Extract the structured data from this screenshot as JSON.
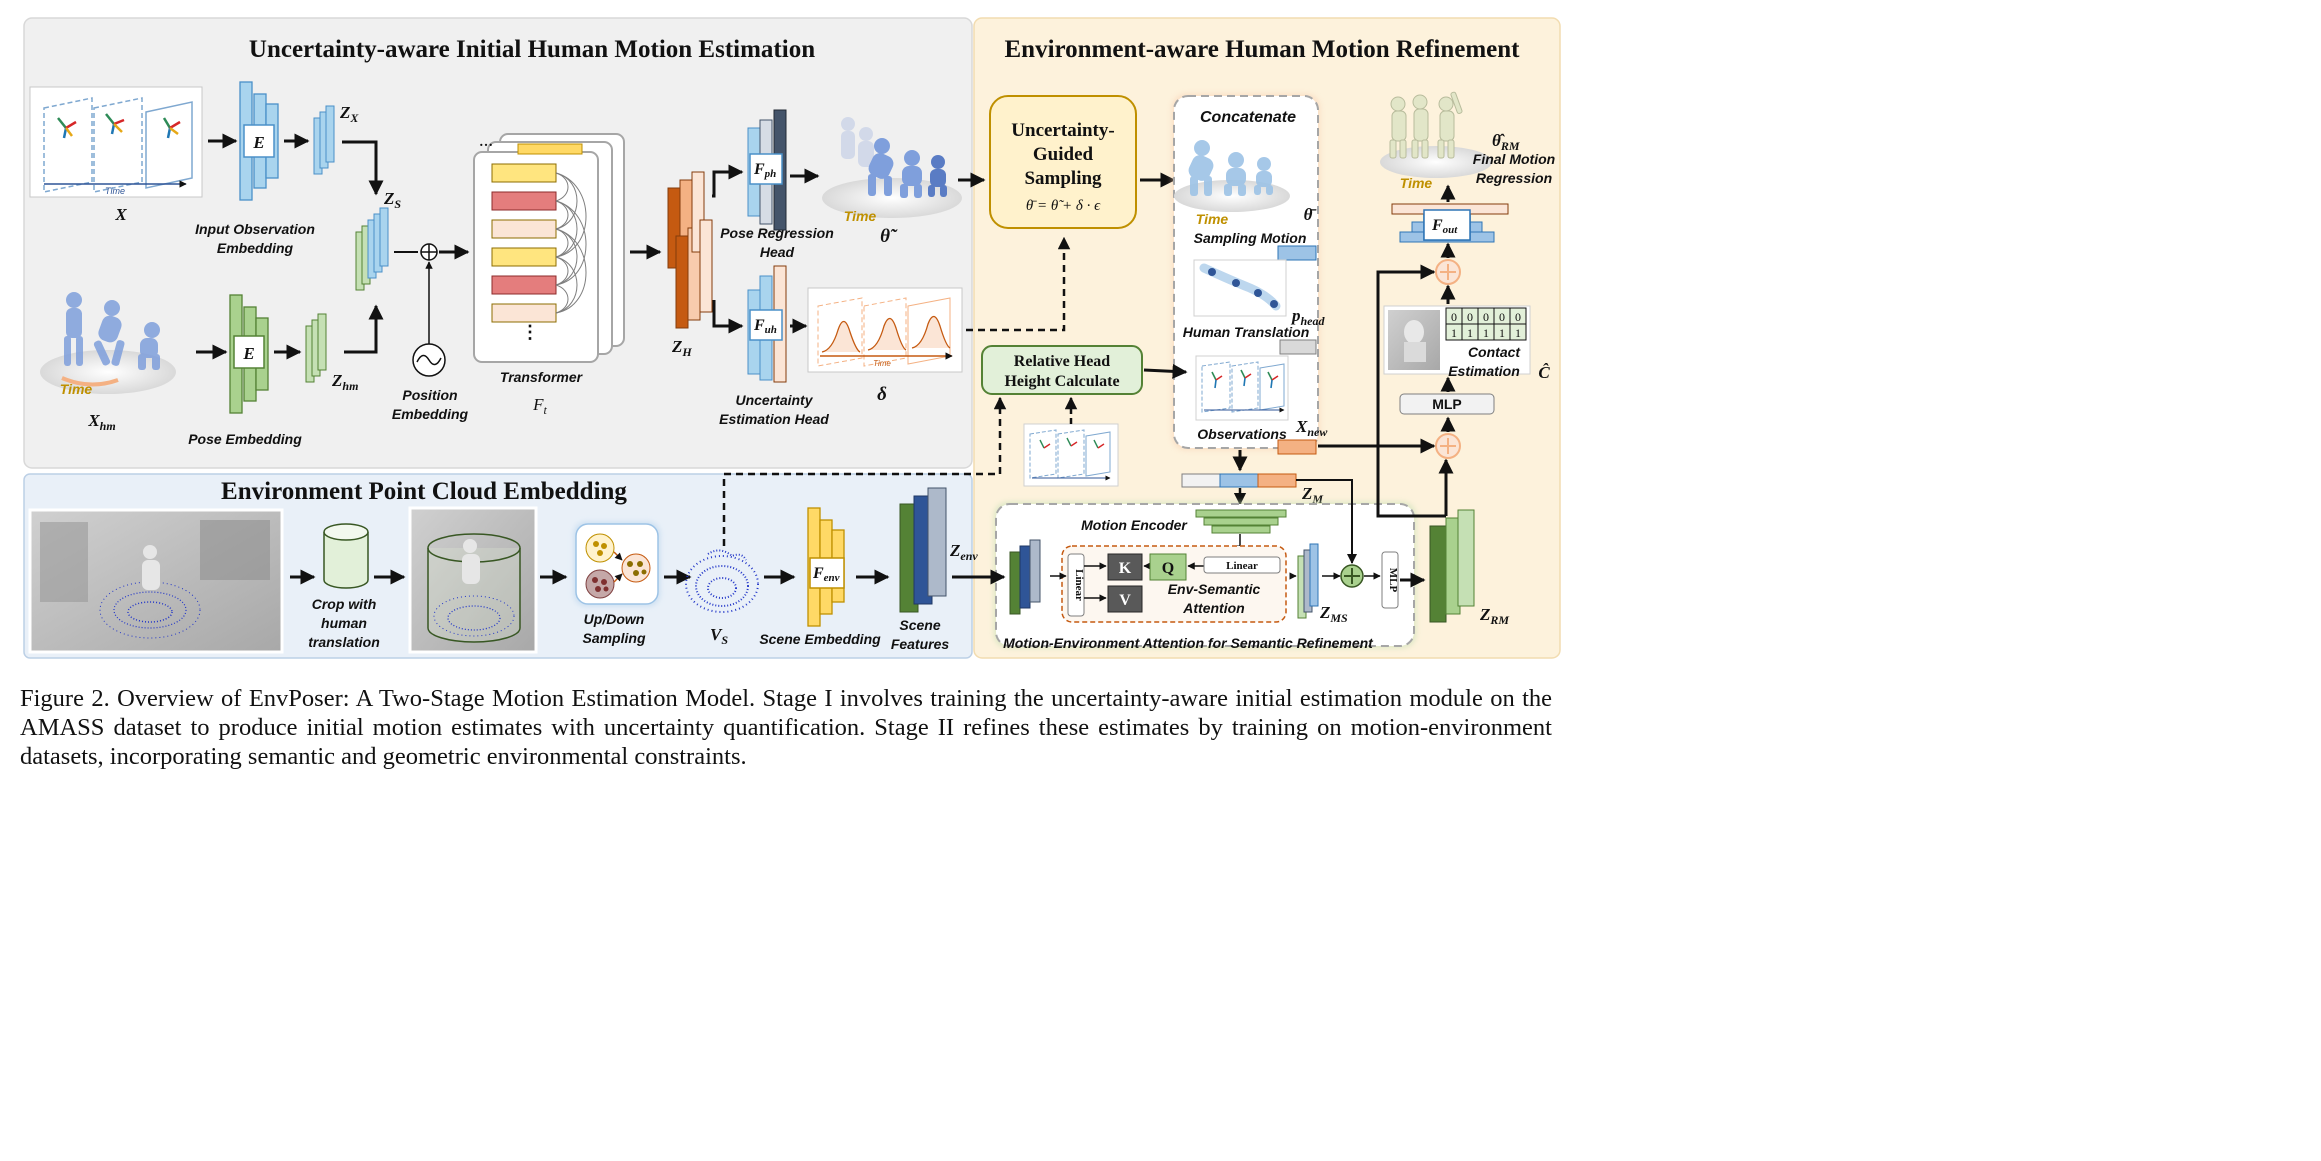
{
  "panels": {
    "stage1_title": "Uncertainty-aware Initial Human Motion Estimation",
    "stage2_title": "Environment-aware Human Motion Refinement",
    "env_title": "Environment Point Cloud Embedding"
  },
  "stage1": {
    "x_label": "X",
    "time_label": "Time",
    "encoder_letter": "E",
    "zx": "Z",
    "zx_sub": "X",
    "input_embed_1": "Input Observation",
    "input_embed_2": "Embedding",
    "xhm": "X",
    "xhm_sub": "hm",
    "pose_embed": "Pose Embedding",
    "zhm": "Z",
    "zhm_sub": "hm",
    "zs": "Z",
    "zs_sub": "S",
    "pos_embed_1": "Position",
    "pos_embed_2": "Embedding",
    "transformer_1": "Transformer",
    "ft": "F",
    "ft_sub": "t",
    "transformer_dots": "⋮",
    "zh": "Z",
    "zh_sub": "H",
    "fph": "F",
    "fph_sub": "ph",
    "fuh": "F",
    "fuh_sub": "uh",
    "pose_reg_1": "Pose Regression",
    "pose_reg_2": "Head",
    "unc_head_1": "Uncertainty",
    "unc_head_2": "Estimation Head",
    "theta_tilde": "θ̃",
    "delta": "δ"
  },
  "stage2": {
    "ugs_1": "Uncertainty-",
    "ugs_2": "Guided",
    "ugs_3": "Sampling",
    "ugs_formula": "θ̄ = θ̃ + δ · ϵ",
    "concatenate": "Concatenate",
    "theta_bar": "θ̄",
    "sampling_motion": "Sampling Motion",
    "p_head": "p",
    "p_head_sub": "head",
    "human_translation": "Human Translation",
    "observations": "Observations",
    "x_new": "X",
    "x_new_sub": "new",
    "rel_head_1": "Relative Head",
    "rel_head_2": "Height Calculate",
    "zm": "Z",
    "zm_sub": "M",
    "motion_encoder": "Motion Encoder",
    "linear": "Linear",
    "k": "K",
    "q": "Q",
    "v": "V",
    "env_sem_1": "Env-Semantic",
    "env_sem_2": "Attention",
    "zms": "Z",
    "zms_sub": "MS",
    "mlp": "MLP",
    "mea_title": "Motion-Environment Attention for Semantic Refinement",
    "zrm": "Z",
    "zrm_sub": "RM",
    "mlp2": "MLP",
    "contact_1": "Contact",
    "contact_2": "Estimation",
    "c_hat": "Ĉ",
    "contact_row1": [
      "0",
      "0",
      "0",
      "0",
      "0"
    ],
    "contact_row2": [
      "1",
      "1",
      "1",
      "1",
      "1"
    ],
    "fout": "F",
    "fout_sub": "out",
    "theta_rm": "θ̂",
    "theta_rm_sub": "RM",
    "final_1": "Final Motion",
    "final_2": "Regression"
  },
  "env": {
    "crop_1": "Crop with",
    "crop_2": "human",
    "crop_3": "translation",
    "updown_1": "Up/Down",
    "updown_2": "Sampling",
    "vs": "V",
    "vs_sub": "S",
    "fenv": "F",
    "fenv_sub": "env",
    "scene_embed": "Scene Embedding",
    "scene_feat_1": "Scene",
    "scene_feat_2": "Features",
    "zenv": "Z",
    "zenv_sub": "env"
  },
  "caption": "Figure 2. Overview of EnvPoser: A Two-Stage Motion Estimation Model. Stage I involves training the uncertainty-aware initial estimation module on the AMASS dataset to produce initial motion estimates with uncertainty quantification. Stage II refines these estimates by training on motion-environment datasets, incorporating semantic and geometric environmental constraints.",
  "colors": {
    "stage1_bg": "#f0f0f0",
    "stage2_bg": "#fdf2dc",
    "env_bg": "#e9f0f8",
    "encoder_blue": "#a9d4ee",
    "pose_green": "#a9d18e",
    "zh_orange": "#c55a11",
    "fenv_yellow": "#ffd966",
    "scene_green": "#548235",
    "scene_blue": "#2f5597",
    "accent_gold": "#bf9000"
  }
}
